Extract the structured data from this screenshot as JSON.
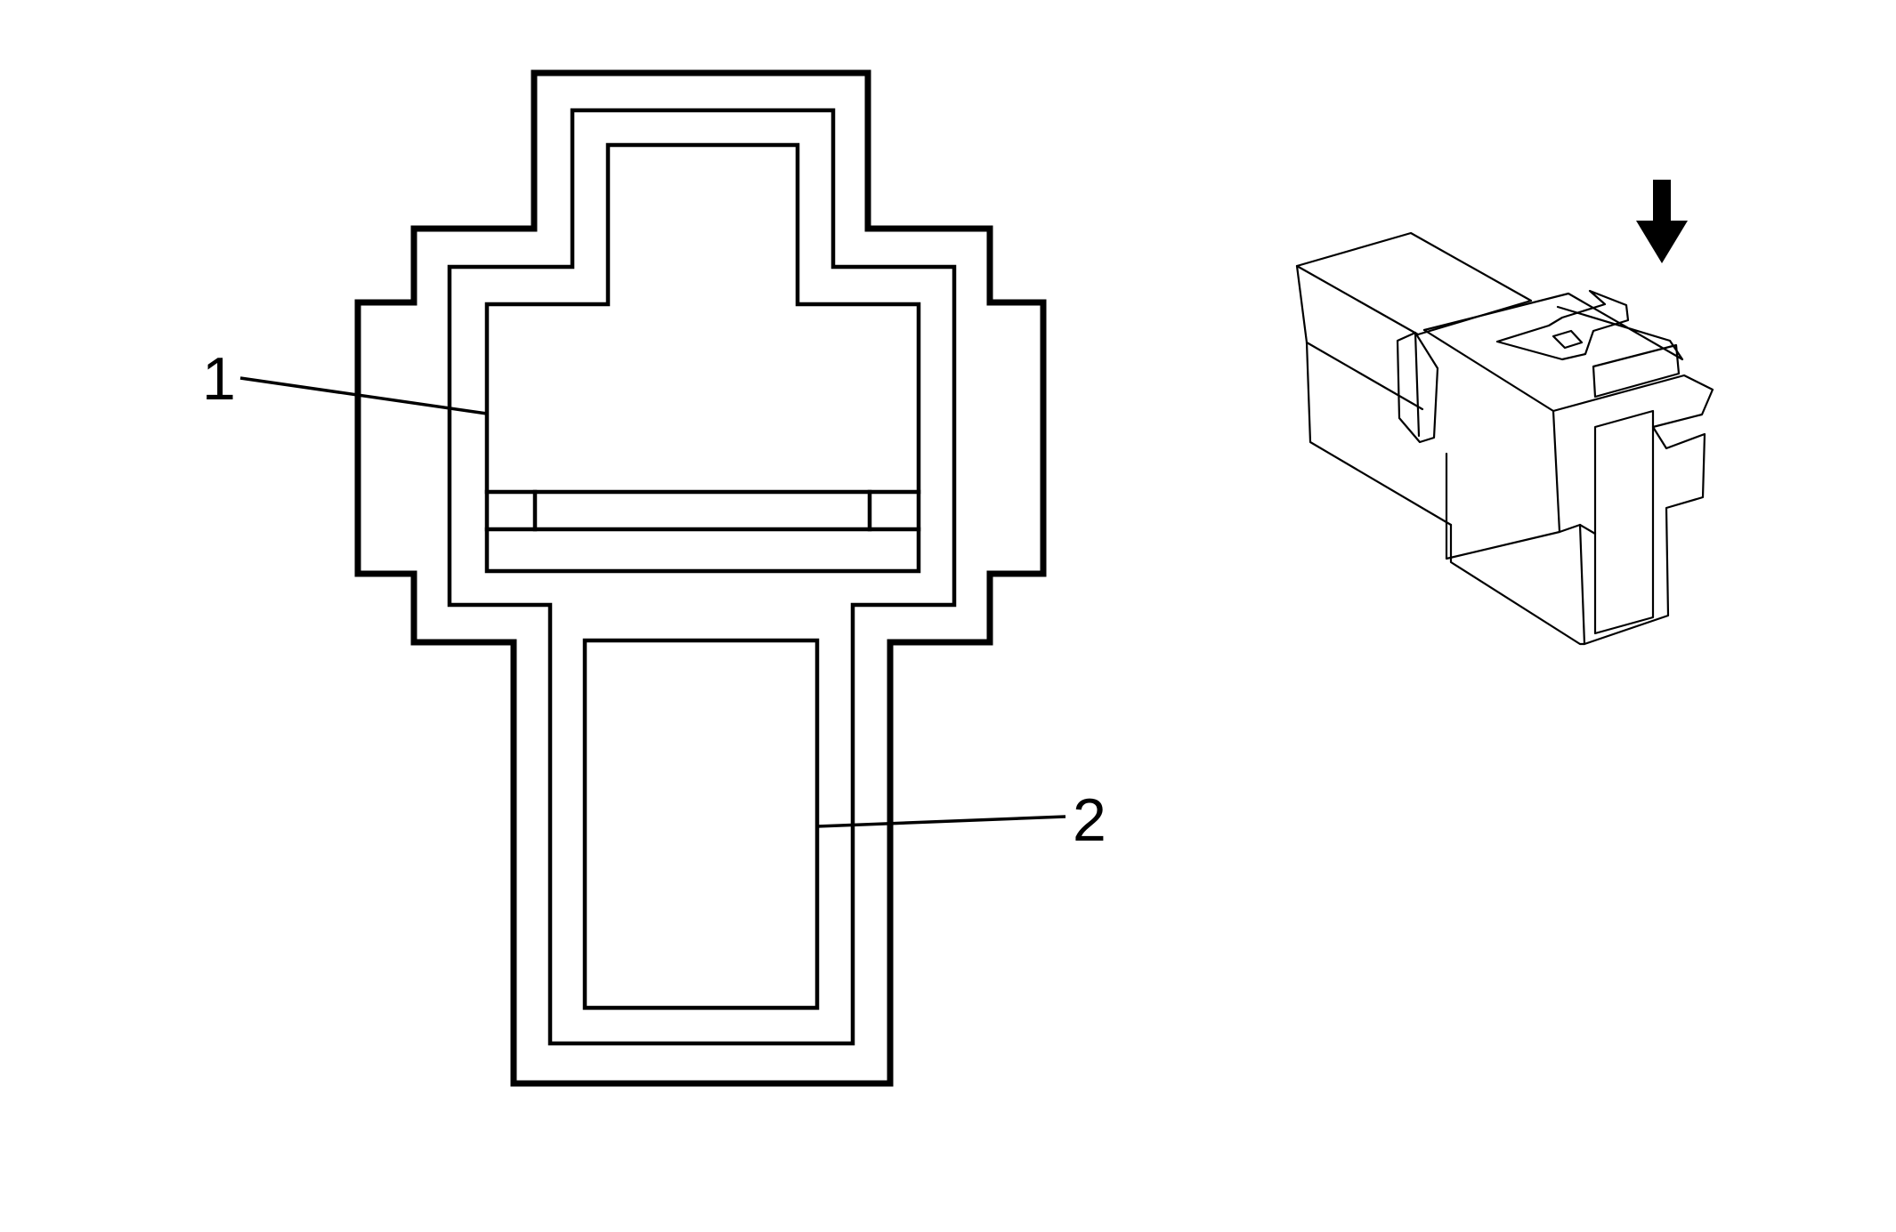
{
  "callouts": [
    {
      "id": "1",
      "label": "1"
    },
    {
      "id": "2",
      "label": "2"
    }
  ],
  "colors": {
    "line": "#000000",
    "background": "#ffffff"
  },
  "icons": {
    "direction": "down-arrow-icon"
  }
}
